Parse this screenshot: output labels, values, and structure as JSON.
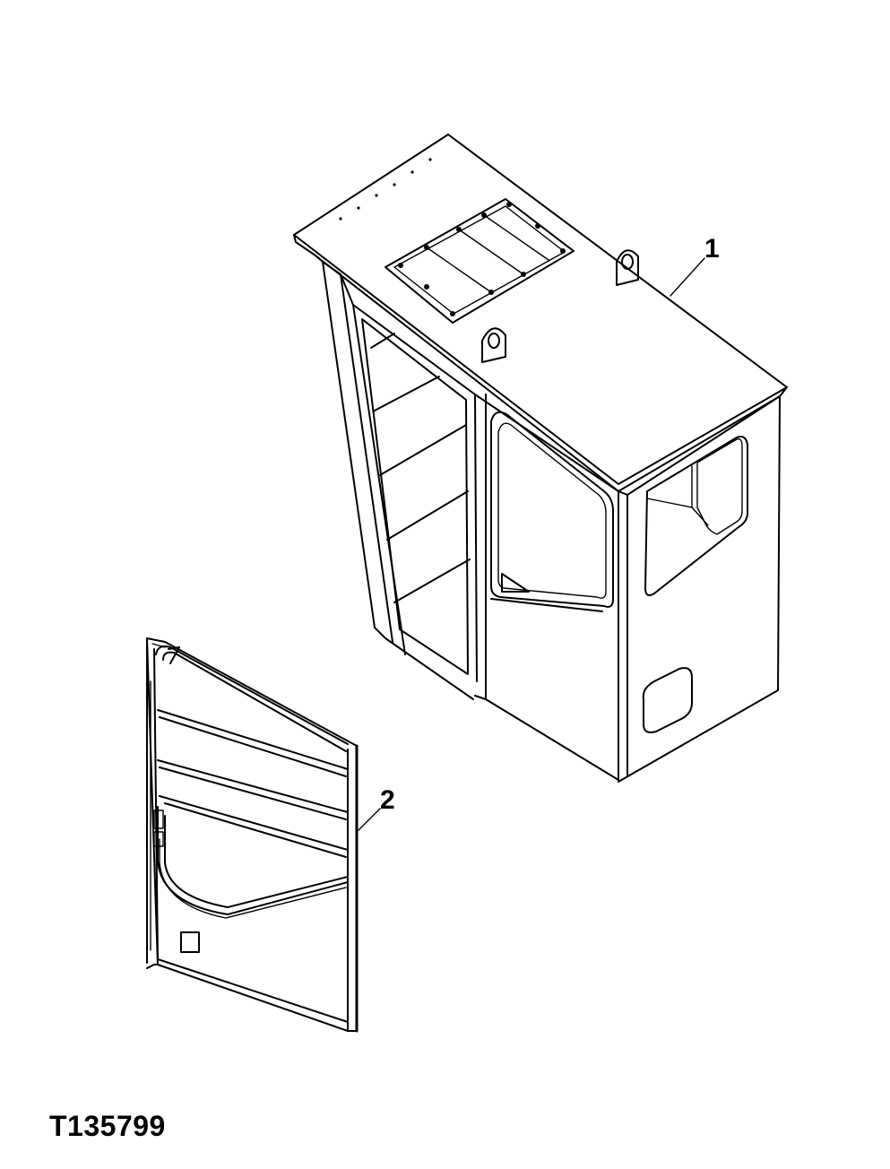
{
  "figure": {
    "id": "T135799"
  },
  "callouts": [
    {
      "number": "1",
      "part": "cab"
    },
    {
      "number": "2",
      "part": "door"
    }
  ],
  "colors": {
    "line": "#000000",
    "background": "#ffffff"
  }
}
